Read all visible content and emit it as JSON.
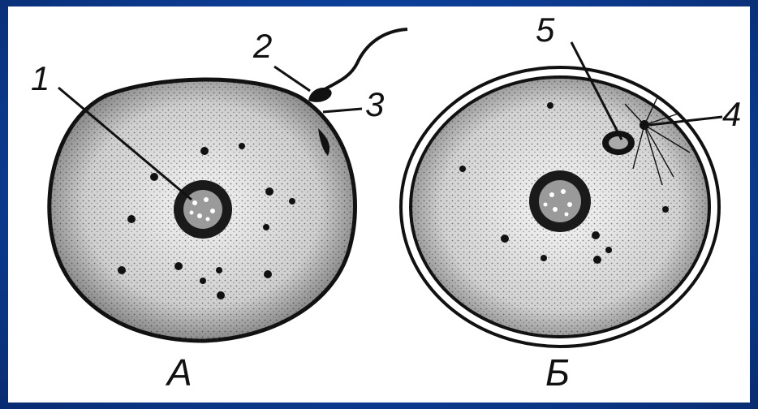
{
  "labels": {
    "n1": "1",
    "n2": "2",
    "n3": "3",
    "n4": "4",
    "n5": "5",
    "cell_a": "А",
    "cell_b": "Б"
  },
  "colors": {
    "frame": "#0d3f99",
    "ink": "#111111",
    "paper": "#ffffff"
  }
}
